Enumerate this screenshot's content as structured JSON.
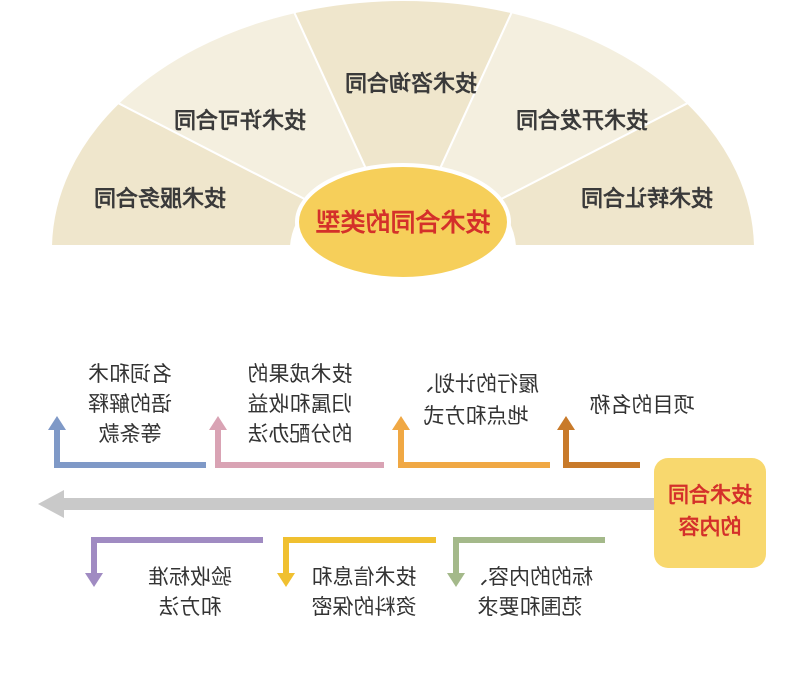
{
  "types": {
    "center": "技术合同的类型",
    "segments": [
      "技术服务合同",
      "技术许可合同",
      "技术咨询合同",
      "技术开发合同",
      "技术转让合同"
    ]
  },
  "content": {
    "title_lines": [
      "技术合同",
      "的内容"
    ],
    "upper_items": [
      {
        "lines": [
          "项目的名称"
        ],
        "color": "#c87a2a"
      },
      {
        "lines": [
          "履行的计划、",
          "地点和方式"
        ],
        "color": "#f0a844"
      },
      {
        "lines": [
          "技术成果的",
          "归属和收益",
          "的分配办法"
        ],
        "color": "#d9a3b4"
      },
      {
        "lines": [
          "名词和术",
          "语的解释",
          "等条款"
        ],
        "color": "#7f99c7"
      }
    ],
    "lower_items": [
      {
        "lines": [
          "标的的内容、",
          "范围和要求"
        ],
        "color": "#a4b98a"
      },
      {
        "lines": [
          "技术信息和",
          "资料的保密"
        ],
        "color": "#f0c030"
      },
      {
        "lines": [
          "验收标准",
          "和方法"
        ],
        "color": "#a08bc2"
      }
    ]
  },
  "colors": {
    "fan_light": "#f4efdf",
    "fan_dark": "#efe6cc",
    "center_fill": "#f6cf5a",
    "center_text": "#d4302a",
    "box_fill": "#f8d86e",
    "axis": "#c9c9c9"
  }
}
